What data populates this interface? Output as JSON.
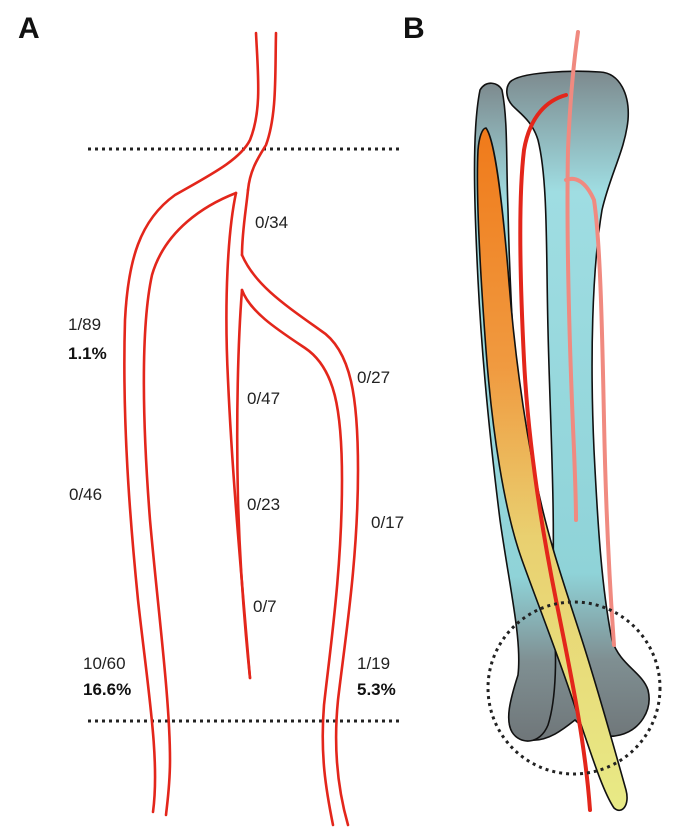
{
  "panels": {
    "a": {
      "letter": "A"
    },
    "b": {
      "letter": "B"
    }
  },
  "labels": {
    "root_trunk": "0/34",
    "left_upper_count": "1/89",
    "left_upper_pct": "1.1%",
    "left_mid": "0/46",
    "left_lower_count": "10/60",
    "left_lower_pct": "16.6%",
    "middle_upper": "0/47",
    "middle_mid": "0/23",
    "middle_lower": "0/7",
    "right_upper": "0/27",
    "right_mid": "0/17",
    "right_lower_count": "1/19",
    "right_lower_pct": "5.3%"
  },
  "colors": {
    "vessel_red": "#e3261b",
    "vessel_pink": "#f08a80",
    "bone_gray": "#6f7679",
    "bone_teal": "#8fd3d8",
    "fibula_orange": "#f07a1a",
    "fibula_yellow": "#e8ea86",
    "dotted_line": "#222222"
  }
}
